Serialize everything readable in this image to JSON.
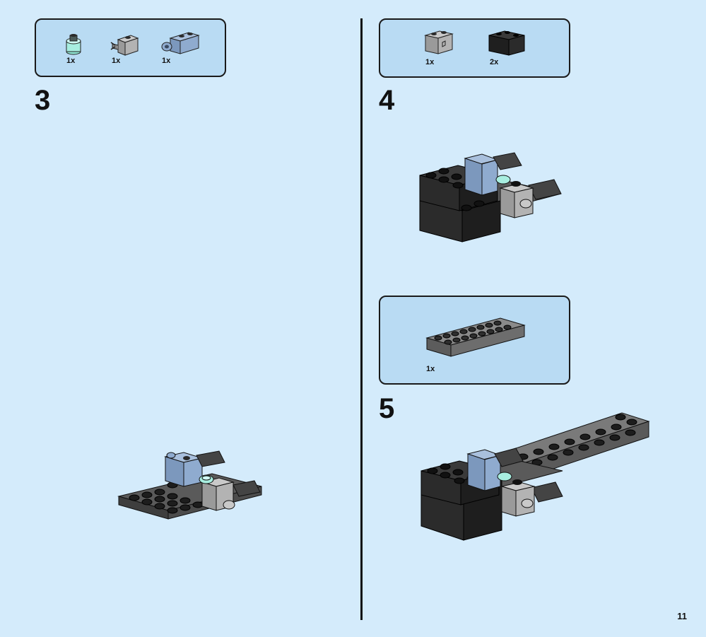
{
  "page_number": "11",
  "steps": [
    {
      "number": "3",
      "parts": [
        {
          "icon": "trans-clear-round-plate-icon",
          "qty": "1x"
        },
        {
          "icon": "clip-brick-icon",
          "qty": "1x"
        },
        {
          "icon": "sand-blue-bar-holder-brick-icon",
          "qty": "1x"
        }
      ]
    },
    {
      "number": "4",
      "parts": [
        {
          "icon": "printed-grey-brick-icon",
          "qty": "1x"
        },
        {
          "icon": "black-corner-brick-icon",
          "qty": "2x"
        }
      ]
    },
    {
      "number": "5",
      "parts": [
        {
          "icon": "dark-grey-plate-2x8-icon",
          "qty": "1x"
        }
      ]
    }
  ],
  "colors": {
    "background": "#d4ebfb",
    "parts_box": "#b9dbf3",
    "black_brick": "#2b2b2b",
    "dark_grey": "#6d6d6d",
    "light_grey": "#a8a8a8",
    "sand_blue": "#8aa6c8",
    "trans_clear": "#a8eee0"
  }
}
